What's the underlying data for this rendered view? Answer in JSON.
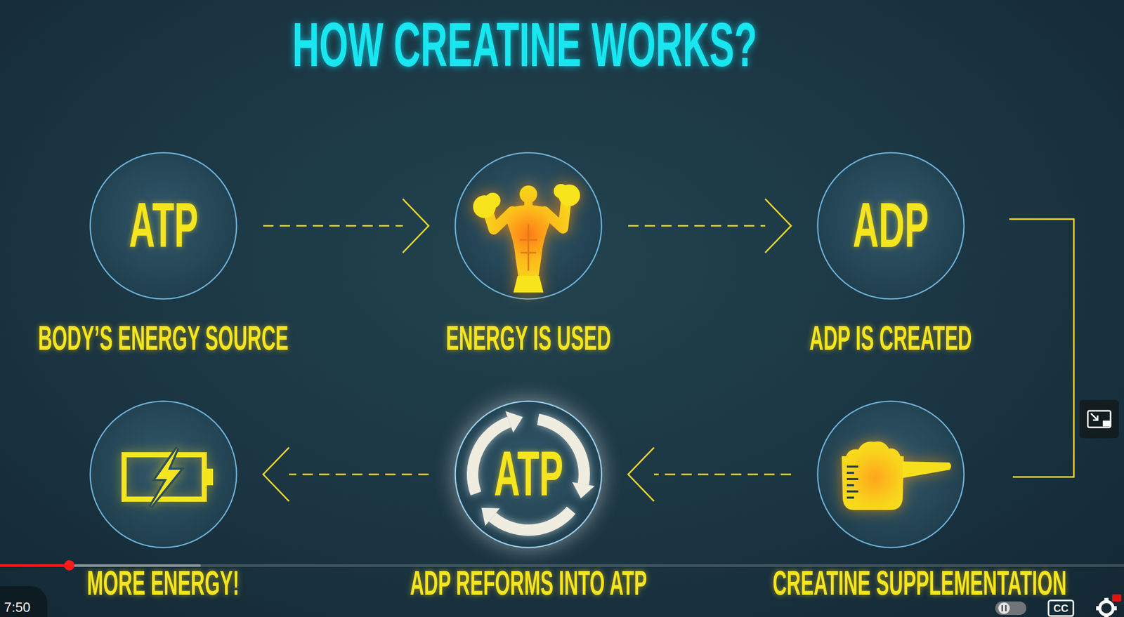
{
  "diagram": {
    "title": "HOW CREATINE WORKS?",
    "nodes": [
      {
        "text": [
          "ATP",
          "BODY’S ENERGY SOURCE"
        ]
      },
      {
        "text": [
          "ENERGY IS USED"
        ]
      },
      {
        "text": [
          "ADP",
          "ADP IS CREATED"
        ]
      },
      {
        "text": [
          "MORE ENERGY!"
        ]
      },
      {
        "text": [
          "ATP",
          "ADP REFORMS INTO ATP"
        ]
      },
      {
        "text": [
          "CREATINE SUPPLEMENTATION"
        ]
      }
    ],
    "edges": [
      {
        "from": 0,
        "to": 1,
        "arrow": "to"
      },
      {
        "from": 1,
        "to": 2,
        "arrow": "to"
      },
      {
        "from": 2,
        "to": 5,
        "arrow": "none"
      },
      {
        "from": 5,
        "to": 4,
        "arrow": "to"
      },
      {
        "from": 4,
        "to": 3,
        "arrow": "to"
      }
    ],
    "labels": [
      "7:50",
      "CC"
    ]
  }
}
